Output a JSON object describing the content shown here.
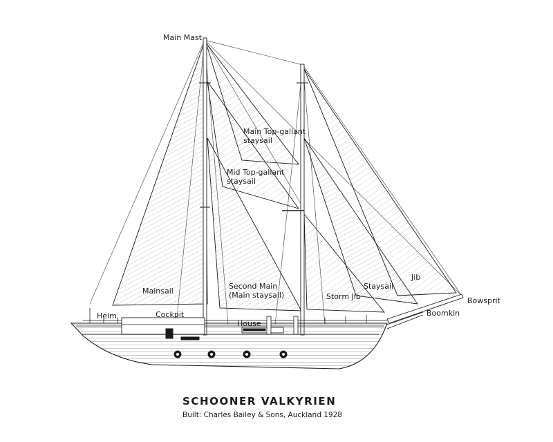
{
  "labels": {
    "main_mast": "Main Mast",
    "main_topgallant_1": "Main Top-gallant",
    "main_topgallant_2": "staysail",
    "mid_topgallant_1": "Mid Top-gallant",
    "mid_topgallant_2": "staysail",
    "mainsail": "Mainsail",
    "second_main_1": "Second Main",
    "second_main_2": "(Main staysail)",
    "storm_jib": "Storm Jib",
    "staysail": "Staysail",
    "jib": "Jib",
    "bowsprit": "Bowsprit",
    "boomkin": "Boomkin",
    "helm": "Helm",
    "cockpit": "Cockpit",
    "house": "House"
  },
  "title": "SCHOONER VALKYRIEN",
  "subtitle": "Built: Charles Bailey & Sons, Auckland 1928",
  "colors": {
    "line": "#1a1a1a",
    "hatch": "#9a9a9a",
    "background": "#ffffff"
  }
}
